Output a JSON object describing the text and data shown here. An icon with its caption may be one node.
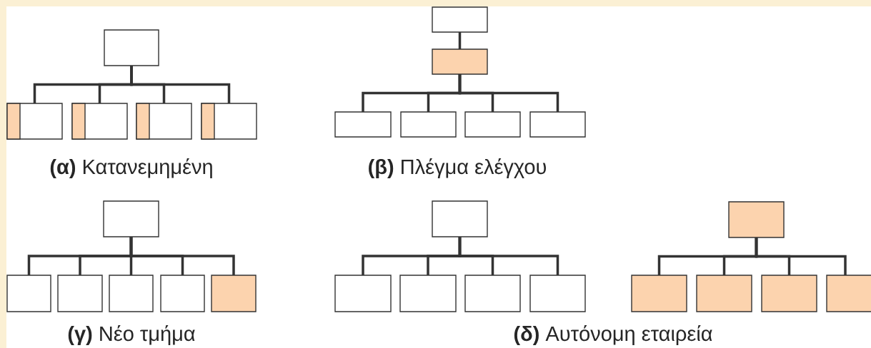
{
  "diagram": {
    "nodes": [
      {
        "text": [],
        "shape": "box"
      },
      {
        "text": [],
        "shape": "box"
      },
      {
        "text": [],
        "shape": "box"
      },
      {
        "text": [],
        "shape": "box"
      },
      {
        "text": [],
        "shape": "box"
      },
      {
        "text": [],
        "shape": "box"
      },
      {
        "text": [],
        "shape": "box"
      },
      {
        "text": [],
        "shape": "box"
      },
      {
        "text": [],
        "shape": "box"
      },
      {
        "text": [],
        "shape": "box"
      },
      {
        "text": [],
        "shape": "box"
      },
      {
        "text": [],
        "shape": "box"
      },
      {
        "text": [],
        "shape": "box"
      },
      {
        "text": [],
        "shape": "box"
      },
      {
        "text": [],
        "shape": "box"
      },
      {
        "text": [],
        "shape": "box"
      },
      {
        "text": [],
        "shape": "box"
      },
      {
        "text": [],
        "shape": "box"
      },
      {
        "text": [],
        "shape": "box"
      },
      {
        "text": [],
        "shape": "box"
      },
      {
        "text": [],
        "shape": "box"
      },
      {
        "text": [],
        "shape": "box"
      },
      {
        "text": [],
        "shape": "box"
      },
      {
        "text": [],
        "shape": "box"
      },
      {
        "text": [],
        "shape": "box"
      },
      {
        "text": [],
        "shape": "box"
      },
      {
        "text": [],
        "shape": "box"
      }
    ],
    "edges": [
      {
        "from": 0,
        "to": 1,
        "arrow": "none"
      },
      {
        "from": 0,
        "to": 2,
        "arrow": "none"
      },
      {
        "from": 0,
        "to": 3,
        "arrow": "none"
      },
      {
        "from": 0,
        "to": 4,
        "arrow": "none"
      },
      {
        "from": 5,
        "to": 6,
        "arrow": "none"
      },
      {
        "from": 6,
        "to": 7,
        "arrow": "none"
      },
      {
        "from": 6,
        "to": 8,
        "arrow": "none"
      },
      {
        "from": 6,
        "to": 9,
        "arrow": "none"
      },
      {
        "from": 6,
        "to": 10,
        "arrow": "none"
      },
      {
        "from": 11,
        "to": 12,
        "arrow": "none"
      },
      {
        "from": 11,
        "to": 13,
        "arrow": "none"
      },
      {
        "from": 11,
        "to": 14,
        "arrow": "none"
      },
      {
        "from": 11,
        "to": 15,
        "arrow": "none"
      },
      {
        "from": 11,
        "to": 16,
        "arrow": "none"
      },
      {
        "from": 17,
        "to": 18,
        "arrow": "none"
      },
      {
        "from": 17,
        "to": 19,
        "arrow": "none"
      },
      {
        "from": 17,
        "to": 20,
        "arrow": "none"
      },
      {
        "from": 17,
        "to": 21,
        "arrow": "none"
      },
      {
        "from": 22,
        "to": 23,
        "arrow": "none"
      },
      {
        "from": 22,
        "to": 24,
        "arrow": "none"
      },
      {
        "from": 22,
        "to": 25,
        "arrow": "none"
      },
      {
        "from": 22,
        "to": 26,
        "arrow": "none"
      }
    ],
    "labels": [
      "**(α)** Κατανεμημένη",
      "**(β)** Πλέγμα ελέγχου",
      "**(γ)** Νέο τμήμα",
      "**(δ)** Αυτόνομη εταιρεία"
    ]
  }
}
